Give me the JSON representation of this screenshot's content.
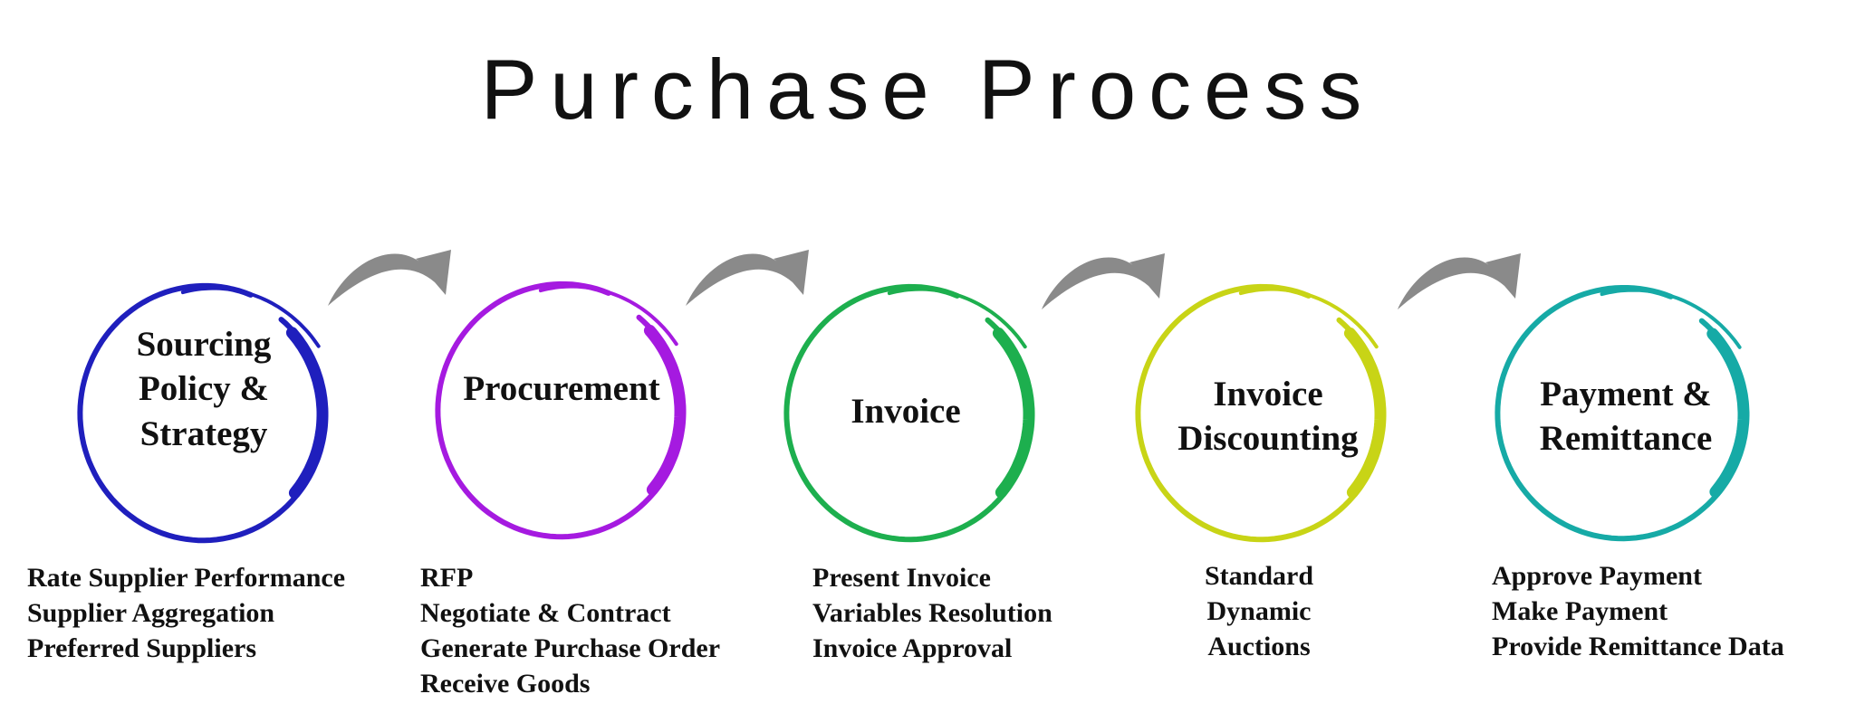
{
  "title": "Purchase Process",
  "arrow_color": "#8a8a8a",
  "stages": [
    {
      "label": "Sourcing\nPolicy &\nStrategy",
      "color": "#1f1fbd",
      "items": [
        "Rate Supplier Performance",
        "Supplier Aggregation",
        "Preferred Suppliers"
      ]
    },
    {
      "label": "Procurement",
      "color": "#a51ae0",
      "items": [
        "RFP",
        "Negotiate & Contract",
        "Generate Purchase Order",
        "Receive Goods"
      ]
    },
    {
      "label": "Invoice",
      "color": "#1daf4e",
      "items": [
        "Present Invoice",
        "Variables Resolution",
        "Invoice Approval"
      ]
    },
    {
      "label": "Invoice\nDiscounting",
      "color": "#c8d416",
      "items": [
        "Standard",
        "Dynamic",
        "Auctions"
      ]
    },
    {
      "label": "Payment &\nRemittance",
      "color": "#16aaa6",
      "items": [
        "Approve Payment",
        "Make Payment",
        "Provide Remittance Data"
      ]
    }
  ]
}
